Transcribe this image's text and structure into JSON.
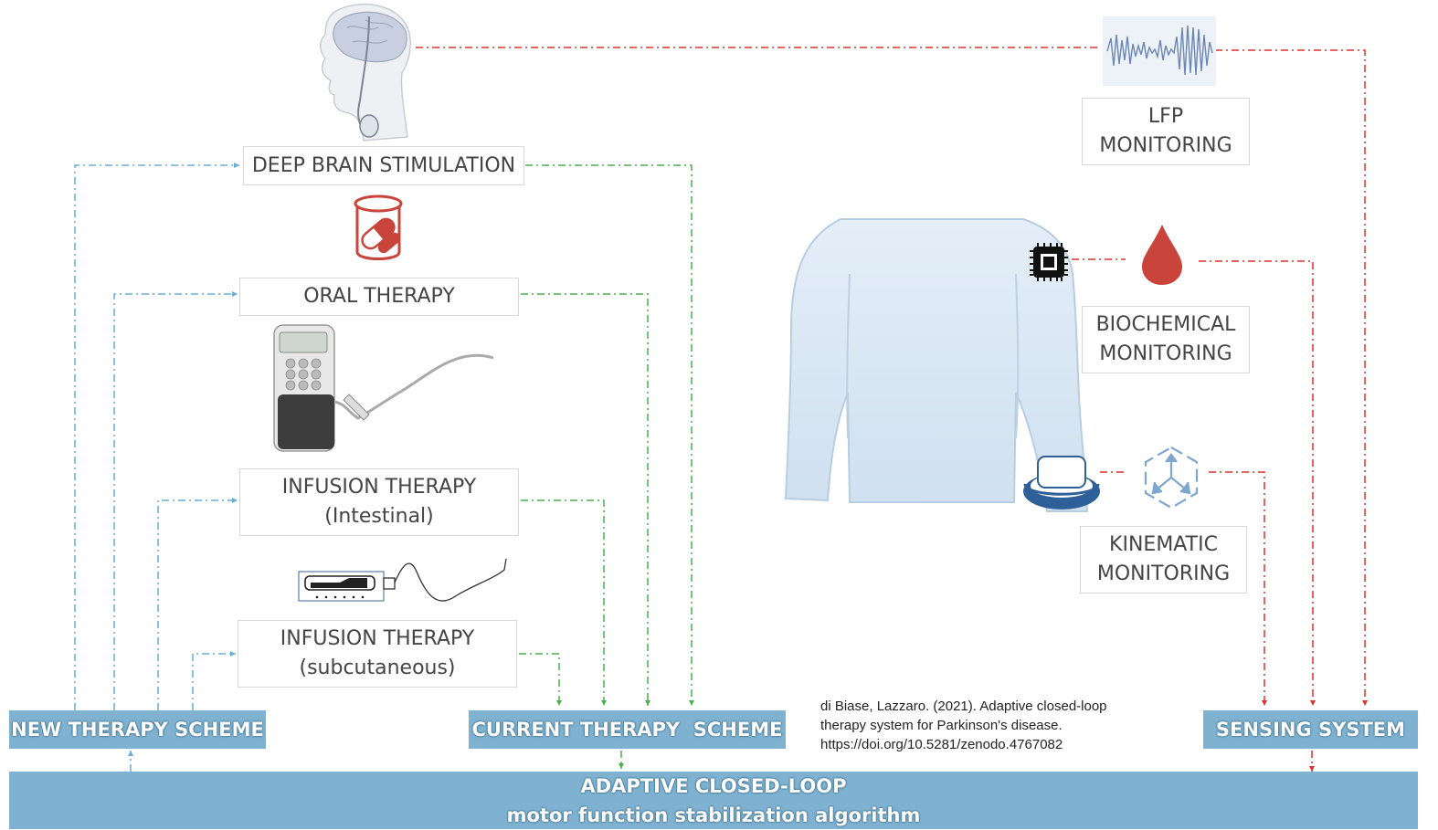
{
  "therapies": {
    "dbs": {
      "label": "DEEP BRAIN STIMULATION"
    },
    "oral": {
      "label": "ORAL THERAPY"
    },
    "infusion_intestinal": {
      "line1": "INFUSION THERAPY",
      "line2": "(Intestinal)"
    },
    "infusion_subcutaneous": {
      "line1": "INFUSION THERAPY",
      "line2": "(subcutaneous)"
    }
  },
  "monitoring": {
    "lfp": {
      "line1": "LFP",
      "line2": "MONITORING"
    },
    "biochemical": {
      "line1": "BIOCHEMICAL",
      "line2": "MONITORING"
    },
    "kinematic": {
      "line1": "KINEMATIC",
      "line2": "MONITORING"
    }
  },
  "schemes": {
    "new": "NEW THERAPY SCHEME",
    "current": "CURRENT THERAPY  SCHEME",
    "sensing": "SENSING SYSTEM"
  },
  "algorithm": {
    "line1": "ADAPTIVE CLOSED-LOOP",
    "line2": "motor function stabilization algorithm"
  },
  "citation": {
    "line1": "di Biase, Lazzaro. (2021). Adaptive closed-loop",
    "line2": "therapy system for Parkinson's disease.",
    "line3": "https://doi.org/10.5281/zenodo.4767082"
  },
  "colors": {
    "new_scheme_arrows": "#6aaed6",
    "current_scheme_arrows": "#4caf50",
    "sensing_arrows": "#e0302a",
    "bar_fill": "#7fb2d1",
    "drop": "#c9453b",
    "pill": "#c9453b",
    "body_fill": "#dde9f4"
  },
  "icons": [
    "brain-icon",
    "pill-jar-icon",
    "infusion-pump-icon",
    "subcutaneous-pump-icon",
    "lfp-wave-icon",
    "blood-drop-icon",
    "chip-icon",
    "wearable-sensor-icon",
    "kinematic-axes-icon",
    "torso-icon"
  ]
}
